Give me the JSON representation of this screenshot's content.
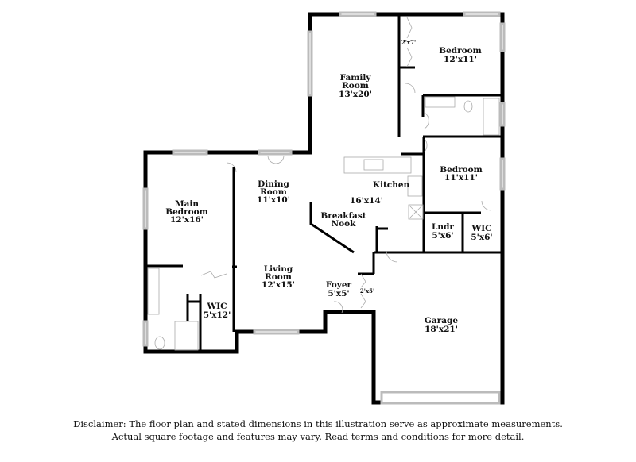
{
  "rooms": {
    "family": {
      "name1": "Family",
      "name2": "Room",
      "dim": "13'x20'"
    },
    "bedroom_top": {
      "name": "Bedroom",
      "dim": "12'x11'"
    },
    "closet_top": {
      "dim": "2'x7'"
    },
    "bedroom_mid": {
      "name": "Bedroom",
      "dim": "11'x11'"
    },
    "kitchen": {
      "name": "Kitchen",
      "dim": "16'x14'"
    },
    "dining": {
      "name1": "Dining",
      "name2": "Room",
      "dim": "11'x10'"
    },
    "main_bedroom": {
      "name1": "Main",
      "name2": "Bedroom",
      "dim": "12'x16'"
    },
    "nook": {
      "name1": "Breakfast",
      "name2": "Nook"
    },
    "laundry": {
      "name": "Lndr",
      "dim": "5'x6'"
    },
    "wic_right": {
      "name": "WIC",
      "dim": "5'x6'"
    },
    "living": {
      "name1": "Living",
      "name2": "Room",
      "dim": "12'x15'"
    },
    "foyer": {
      "name": "Foyer",
      "dim": "5'x5'"
    },
    "closet_foyer": {
      "dim": "2'x5'"
    },
    "wic_main": {
      "name": "WIC",
      "dim": "5'x12'"
    },
    "garage": {
      "name": "Garage",
      "dim": "18'x21'"
    }
  },
  "disclaimer": {
    "line1": "Disclaimer: The floor plan and stated dimensions in this illustration serve as approximate measurements.",
    "line2": "Actual square footage and features may vary. Read terms and conditions for more detail."
  }
}
